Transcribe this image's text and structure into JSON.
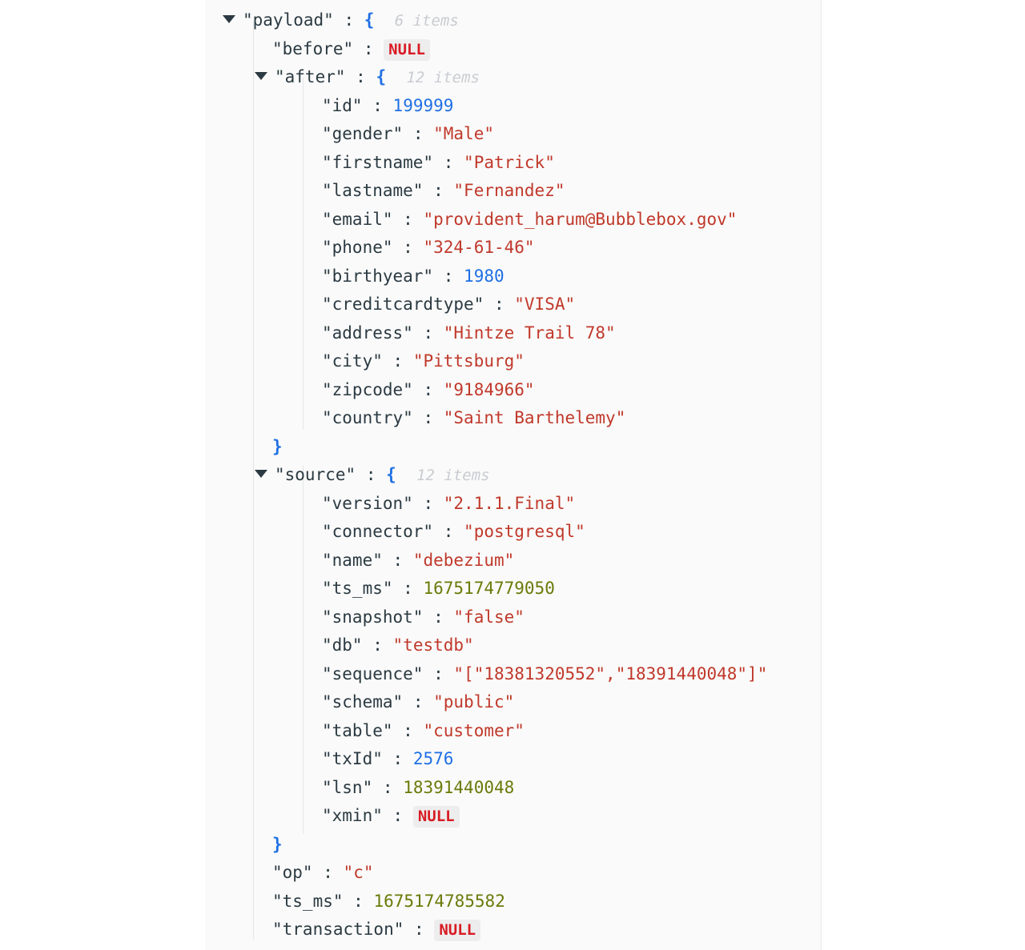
{
  "viewer": {
    "name": "json-tree-viewer",
    "root_collapse_icon": "triangle-down-icon"
  },
  "tokens": {
    "colon": ":",
    "open_brace": "{",
    "close_brace": "}",
    "quote": "\"",
    "null_label": "NULL"
  },
  "tree": {
    "payload": {
      "key": "\"payload\"",
      "brace": "{",
      "count": "6 items"
    },
    "before": {
      "key": "\"before\"",
      "value": "NULL"
    },
    "after": {
      "key": "\"after\"",
      "brace": "{",
      "count": "12 items",
      "fields": [
        {
          "key": "\"id\"",
          "value": "199999",
          "type": "number"
        },
        {
          "key": "\"gender\"",
          "value": "\"Male\"",
          "type": "string"
        },
        {
          "key": "\"firstname\"",
          "value": "\"Patrick\"",
          "type": "string"
        },
        {
          "key": "\"lastname\"",
          "value": "\"Fernandez\"",
          "type": "string"
        },
        {
          "key": "\"email\"",
          "value": "\"provident_harum@Bubblebox.gov\"",
          "type": "string"
        },
        {
          "key": "\"phone\"",
          "value": "\"324-61-46\"",
          "type": "string"
        },
        {
          "key": "\"birthyear\"",
          "value": "1980",
          "type": "number"
        },
        {
          "key": "\"creditcardtype\"",
          "value": "\"VISA\"",
          "type": "string"
        },
        {
          "key": "\"address\"",
          "value": "\"Hintze Trail 78\"",
          "type": "string"
        },
        {
          "key": "\"city\"",
          "value": "\"Pittsburg\"",
          "type": "string"
        },
        {
          "key": "\"zipcode\"",
          "value": "\"9184966\"",
          "type": "string"
        },
        {
          "key": "\"country\"",
          "value": "\"Saint Barthelemy\"",
          "type": "string"
        }
      ]
    },
    "source": {
      "key": "\"source\"",
      "brace": "{",
      "count": "12 items",
      "fields": [
        {
          "key": "\"version\"",
          "value": "\"2.1.1.Final\"",
          "type": "string"
        },
        {
          "key": "\"connector\"",
          "value": "\"postgresql\"",
          "type": "string"
        },
        {
          "key": "\"name\"",
          "value": "\"debezium\"",
          "type": "string"
        },
        {
          "key": "\"ts_ms\"",
          "value": "1675174779050",
          "type": "bignumber"
        },
        {
          "key": "\"snapshot\"",
          "value": "\"false\"",
          "type": "string"
        },
        {
          "key": "\"db\"",
          "value": "\"testdb\"",
          "type": "string"
        },
        {
          "key": "\"sequence\"",
          "value": "\"[\"18381320552\",\"18391440048\"]\"",
          "type": "string"
        },
        {
          "key": "\"schema\"",
          "value": "\"public\"",
          "type": "string"
        },
        {
          "key": "\"table\"",
          "value": "\"customer\"",
          "type": "string"
        },
        {
          "key": "\"txId\"",
          "value": "2576",
          "type": "number"
        },
        {
          "key": "\"lsn\"",
          "value": "18391440048",
          "type": "bignumber"
        },
        {
          "key": "\"xmin\"",
          "value": "NULL",
          "type": "null"
        }
      ]
    },
    "op": {
      "key": "\"op\"",
      "value": "\"c\"",
      "type": "string"
    },
    "ts_ms": {
      "key": "\"ts_ms\"",
      "value": "1675174785582",
      "type": "bignumber"
    },
    "transaction": {
      "key": "\"transaction\"",
      "value": "NULL",
      "type": "null"
    }
  }
}
